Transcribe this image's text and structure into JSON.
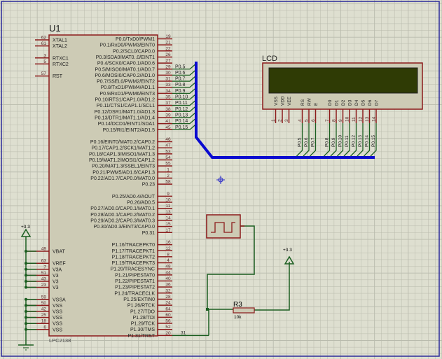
{
  "colors": {
    "background": "#dedfd0",
    "grid": "#b9bbad",
    "border": "#2b2b9a",
    "component_outline": "#8b1a1a",
    "component_fill": "#cdcbb5",
    "wire": "#1b5e20",
    "bus": "#0a0ad0",
    "pin_number": "#5a2a2a",
    "label": "#1f1f1f",
    "lcd_screen": "#2f3b05"
  },
  "mcu": {
    "ref": "U1",
    "part": "LPC2138",
    "left_pins": [
      {
        "num": "62",
        "name": "XTAL1"
      },
      {
        "num": "61",
        "name": "XTAL2"
      },
      {
        "num": "",
        "name": ""
      },
      {
        "num": "3",
        "name": "RTXC1"
      },
      {
        "num": "5",
        "name": "RTXC2"
      },
      {
        "num": "",
        "name": ""
      },
      {
        "num": "57",
        "name": "RST",
        "overline": true
      }
    ],
    "power_pins": [
      {
        "num": "49",
        "name": "VBAT"
      },
      {
        "num": "",
        "name": ""
      },
      {
        "num": "63",
        "name": "VREF"
      },
      {
        "num": "7",
        "name": "V3A"
      },
      {
        "num": "51",
        "name": "V3"
      },
      {
        "num": "43",
        "name": "V3"
      },
      {
        "num": "23",
        "name": "V3"
      },
      {
        "num": "",
        "name": ""
      },
      {
        "num": "59",
        "name": "VSSA"
      },
      {
        "num": "50",
        "name": "VSS"
      },
      {
        "num": "42",
        "name": "VSS"
      },
      {
        "num": "25",
        "name": "VSS"
      },
      {
        "num": "18",
        "name": "VSS"
      },
      {
        "num": "6",
        "name": "VSS"
      }
    ],
    "right_pins": [
      {
        "num": "19",
        "name": "P0.0/TxD0/PWM1"
      },
      {
        "num": "21",
        "name": "P0.1/RxD0/PWM3/EINT0"
      },
      {
        "num": "22",
        "name": "P0.2/SCL0/CAP0.0"
      },
      {
        "num": "26",
        "name": "P0.3/SDA0/MAT0..0/EINT1"
      },
      {
        "num": "27",
        "name": "P0.4/SCK0/CAP0.1/AD0.6"
      },
      {
        "num": "29",
        "name": "P0.5/MISO0/MAT0.1/AD0.7",
        "net": "P0.5"
      },
      {
        "num": "30",
        "name": "P0.6/MOSI0/CAP0.2/AD1.0",
        "net": "P0.6"
      },
      {
        "num": "31",
        "name": "P0.7/SSEL0/PWM2/EINT2",
        "net": "P0.7"
      },
      {
        "num": "33",
        "name": "P0.8/TxD1/PWM4/AD1.1",
        "net": "P0.8"
      },
      {
        "num": "34",
        "name": "P0.9/RxD1/PWM6/EINT3",
        "net": "P0.9"
      },
      {
        "num": "35",
        "name": "P0.10/RTS1/CAP1.0/AD1.2",
        "net": "P0.10"
      },
      {
        "num": "37",
        "name": "P0.11/CTS1/CAP1.1/SCL1",
        "net": "P0.11"
      },
      {
        "num": "38",
        "name": "P0.12/DSR1/MAT1.0/AD1.3",
        "net": "P0.12"
      },
      {
        "num": "39",
        "name": "P0.13/DTR1/MAT1.1/AD1.4",
        "net": "P0.13"
      },
      {
        "num": "41",
        "name": "P0.14/DCD1/EINT1/SDA1",
        "net": "P0.14"
      },
      {
        "num": "45",
        "name": "P0.15/RI1/EINT2/AD1.5",
        "net": "P0.15"
      },
      {
        "num": "",
        "name": ""
      },
      {
        "num": "46",
        "name": "P0.16/EINT0/MAT0.2/CAP0.2"
      },
      {
        "num": "47",
        "name": "P0.17/CAP1.2/SCK1/MAT1.2"
      },
      {
        "num": "53",
        "name": "P0.18/CAP1.3/MISO1/MAT1.3"
      },
      {
        "num": "54",
        "name": "P0.19/MAT1.2/MOSI1/CAP1.2"
      },
      {
        "num": "55",
        "name": "P0.20/MAT1.3/SSEL1/EINT3"
      },
      {
        "num": "1",
        "name": "P0.21/PWM5/AD1.6/CAP1.3"
      },
      {
        "num": "2",
        "name": "P0.22/AD1.7/CAP0.0/MAT0.0"
      },
      {
        "num": "58",
        "name": "P0.23"
      },
      {
        "num": "",
        "name": ""
      },
      {
        "num": "9",
        "name": "P0.25/AD0.4/AOUT"
      },
      {
        "num": "10",
        "name": "P0.26/AD0.5"
      },
      {
        "num": "11",
        "name": "P0.27/AD0.0/CAP0.1/MAT0.1"
      },
      {
        "num": "13",
        "name": "P0.28/AD0.1/CAP0.2/MAT0.2"
      },
      {
        "num": "14",
        "name": "P0.29/AD0.2/CAP0.3/MAT0.3"
      },
      {
        "num": "15",
        "name": "P0.30/AD0.3/EINT3/CAP0.0"
      },
      {
        "num": "17",
        "name": "P0.31"
      },
      {
        "num": "",
        "name": ""
      },
      {
        "num": "16",
        "name": "P1.16/TRACEPKT0"
      },
      {
        "num": "12",
        "name": "P1.17/TRACEPKT1"
      },
      {
        "num": "8",
        "name": "P1.18/TRACEPKT2"
      },
      {
        "num": "4",
        "name": "P1.19/TRACEPKT3"
      },
      {
        "num": "48",
        "name": "P1.20/TRACESYNC"
      },
      {
        "num": "44",
        "name": "P1.21/PIPESTAT0"
      },
      {
        "num": "40",
        "name": "P1.22/PIPESTAT1"
      },
      {
        "num": "36",
        "name": "P1.23/PIPESTAT2"
      },
      {
        "num": "32",
        "name": "P1.24/TRACECLK"
      },
      {
        "num": "28",
        "name": "P1.25/EXTIN0"
      },
      {
        "num": "24",
        "name": "P1.26/RTCK"
      },
      {
        "num": "64",
        "name": "P1.27/TDO"
      },
      {
        "num": "60",
        "name": "P1.28/TDI"
      },
      {
        "num": "56",
        "name": "P1.29/TCK"
      },
      {
        "num": "52",
        "name": "P1.30/TMS",
        "overline_part": "TMS"
      },
      {
        "num": "20",
        "name": "P1.31/TRST",
        "net": "31"
      }
    ]
  },
  "lcd": {
    "ref": "LCD",
    "pins": [
      {
        "num": "1",
        "name": "VSS"
      },
      {
        "num": "2",
        "name": "VDD"
      },
      {
        "num": "3",
        "name": "VEE"
      },
      {
        "num": "4",
        "name": "RS",
        "net": "P0.5"
      },
      {
        "num": "5",
        "name": "RW",
        "net": "P0.6"
      },
      {
        "num": "6",
        "name": "E",
        "net": "P0.7"
      },
      {
        "num": "7",
        "name": "D0",
        "net": "P0.8"
      },
      {
        "num": "8",
        "name": "D1",
        "net": "P0.9"
      },
      {
        "num": "9",
        "name": "D2",
        "net": "P0.10"
      },
      {
        "num": "10",
        "name": "D3",
        "net": "P0.11"
      },
      {
        "num": "11",
        "name": "D4",
        "net": "P0.12"
      },
      {
        "num": "12",
        "name": "D5",
        "net": "P0.13"
      },
      {
        "num": "13",
        "name": "D6",
        "net": "P0.14"
      },
      {
        "num": "14",
        "name": "D7",
        "net": "P0.15"
      }
    ]
  },
  "power": {
    "left_label": "+3.3",
    "right_label": "+3.3"
  },
  "resistor": {
    "ref": "R3",
    "value": "10k"
  },
  "generator": {
    "name": "pulse-generator"
  }
}
